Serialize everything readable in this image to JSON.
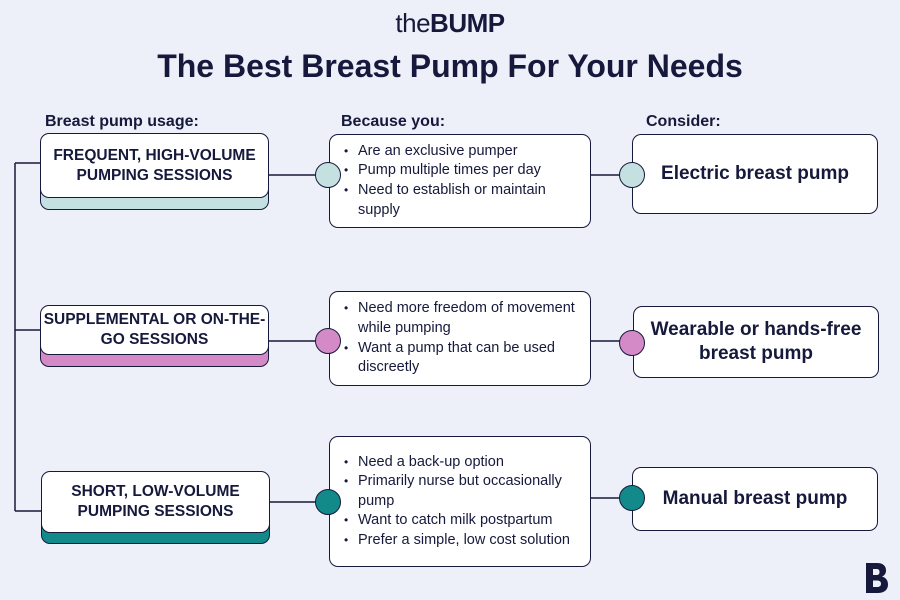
{
  "brand": {
    "the": "the",
    "bump": "BUMP"
  },
  "title": "The Best Breast Pump For Your Needs",
  "headers": {
    "usage": "Breast pump usage:",
    "because": "Because you:",
    "consider": "Consider:"
  },
  "colors": {
    "background": "#edf0f8",
    "navy": "#16193b",
    "light_blue": "#c5e0e0",
    "pink": "#d48ac6",
    "teal": "#138a8a"
  },
  "rows": [
    {
      "usage": "Frequent, high-volume pumping sessions",
      "reasons": [
        "Are an exclusive pumper",
        "Pump multiple times per day",
        "Need to establish or maintain supply"
      ],
      "consider": "Electric breast pump",
      "accent": "#c5e0e0"
    },
    {
      "usage": "Supplemental or on-the-go sessions",
      "reasons": [
        "Need more freedom of movement while pumping",
        "Want a pump that can be used discreetly"
      ],
      "consider": "Wearable or hands-free breast pump",
      "accent": "#d48ac6"
    },
    {
      "usage": "Short, low-volume pumping sessions",
      "reasons": [
        "Need a back-up option",
        "Primarily nurse but occasionally pump",
        "Want to catch milk postpartum",
        "Prefer a simple, low cost solution"
      ],
      "consider": "Manual breast pump",
      "accent": "#138a8a"
    }
  ],
  "logo_icon": "bump-b-logo-icon"
}
